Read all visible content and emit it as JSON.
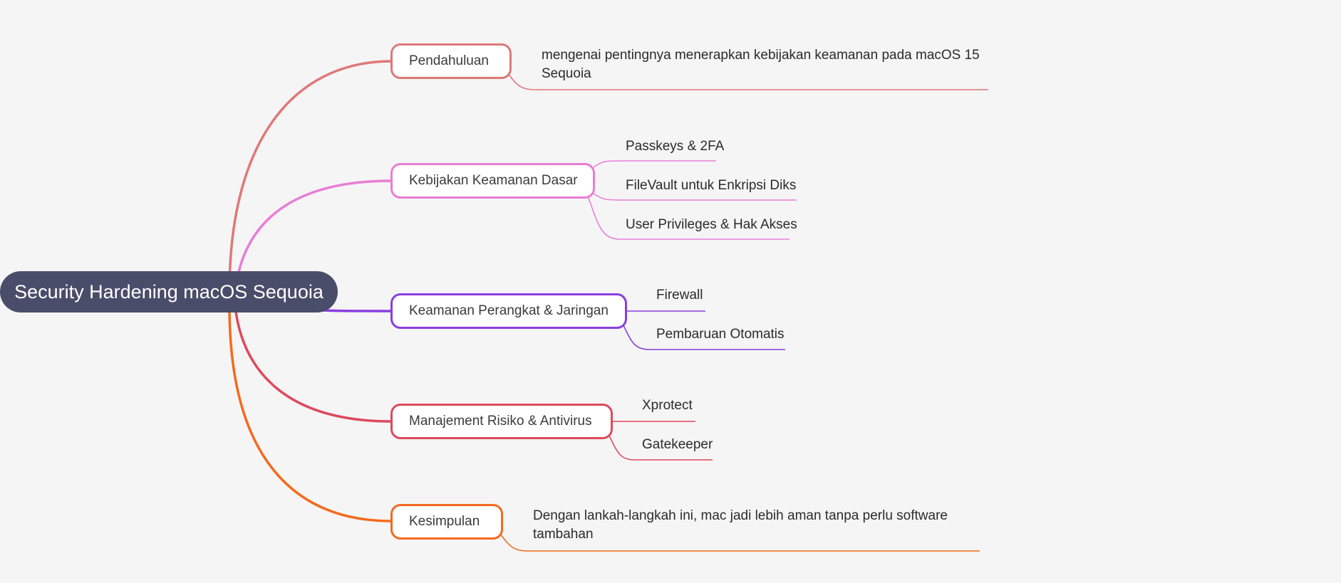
{
  "root": {
    "label": "Security Hardening macOS Sequoia"
  },
  "branches": [
    {
      "label": "Pendahuluan",
      "color": "#df7878",
      "leaves": [
        "mengenai pentingnya menerapkan kebijakan keamanan pada macOS 15 Sequoia"
      ]
    },
    {
      "label": "Kebijakan Keamanan Dasar",
      "color": "#e87ed6",
      "leaves": [
        "Passkeys & 2FA",
        "FileVault untuk Enkripsi Diks",
        "User Privileges & Hak Akses"
      ]
    },
    {
      "label": "Keamanan Perangkat & Jaringan",
      "color": "#8a3ee0",
      "leaves": [
        "Firewall",
        "Pembaruan Otomatis"
      ]
    },
    {
      "label": "Manajement Risiko & Antivirus",
      "color": "#de4a5c",
      "leaves": [
        "Xprotect",
        "Gatekeeper"
      ]
    },
    {
      "label": "Kesimpulan",
      "color": "#f46a1e",
      "leaves": [
        "Dengan lankah-langkah ini, mac jadi lebih aman tanpa perlu software tambahan"
      ]
    }
  ]
}
